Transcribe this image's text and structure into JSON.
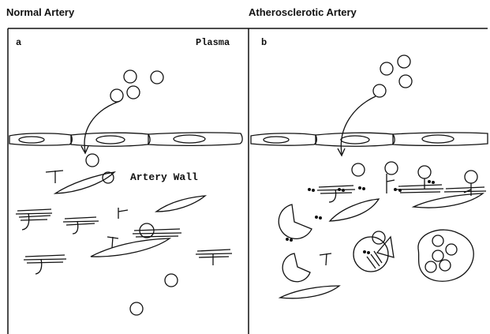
{
  "figure": {
    "left_title": "Normal Artery",
    "right_title": "Atherosclerotic Artery"
  },
  "panel_a": {
    "letter": "a",
    "plasma_label": "Plasma",
    "wall_label": "Artery Wall"
  },
  "panel_b": {
    "letter": "b"
  },
  "colors": {
    "stroke": "#111111",
    "background": "#ffffff"
  }
}
